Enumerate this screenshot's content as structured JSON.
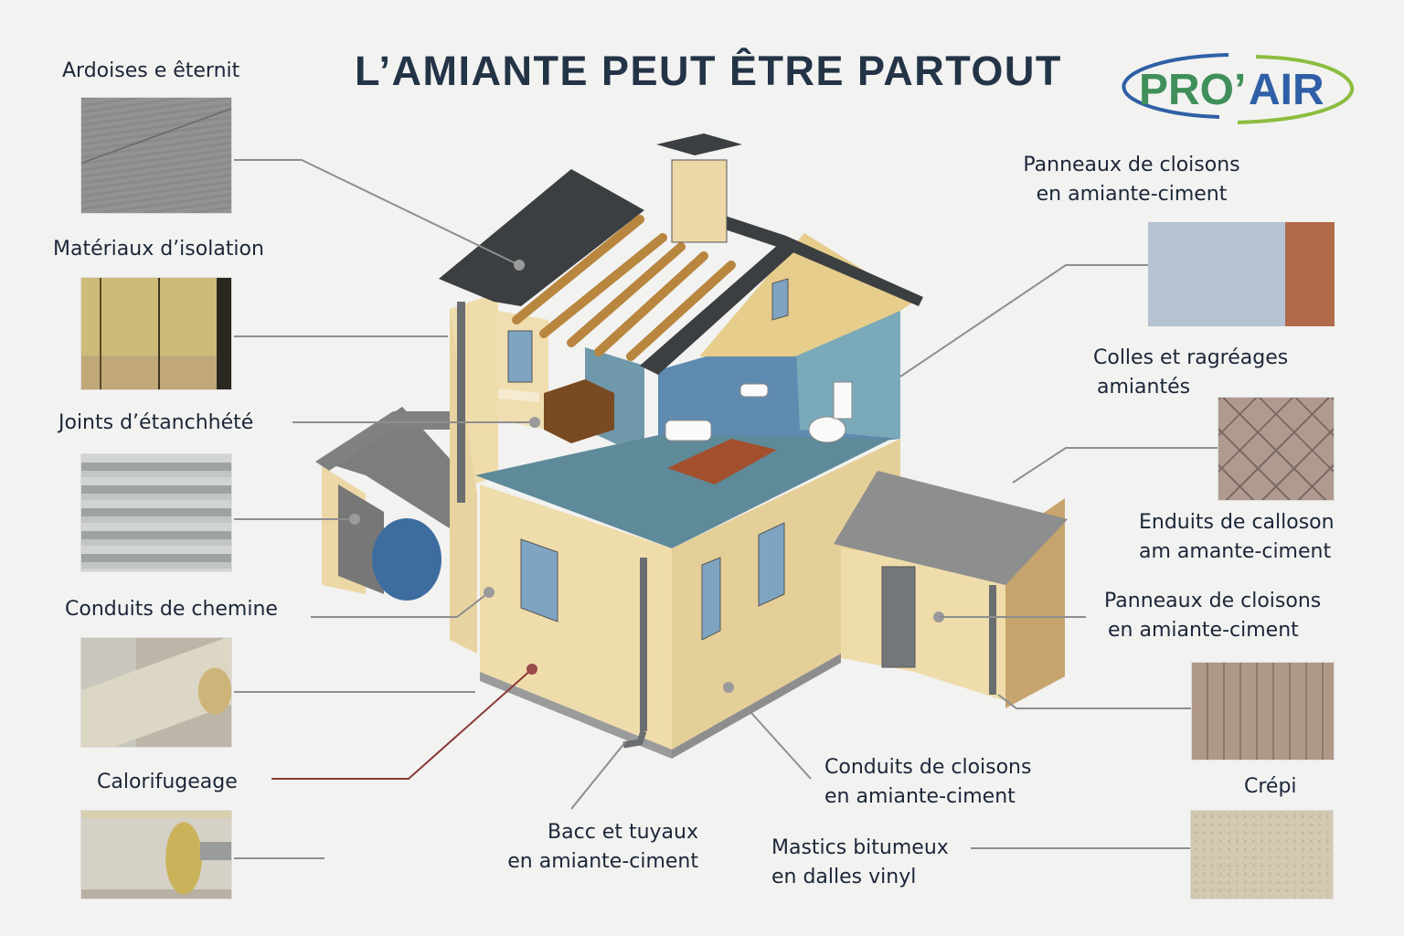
{
  "header": {
    "title": "L’AMIANTE PEUT ÊTRE PARTOUT",
    "logo": {
      "text_green": "PRO’",
      "text_blue": "AIR",
      "green": "#3f8f5a",
      "blue": "#2f5fa6",
      "lime": "#8cbd3f"
    }
  },
  "left_column": [
    {
      "label": "Ardoises e êternit",
      "swatch": "slate-texture"
    },
    {
      "label": "Matériaux d’isolation",
      "swatch": "mineral-wool-texture"
    },
    {
      "label": "Joints d’étanchhété",
      "swatch": "corrugated-sheet-texture"
    },
    {
      "label": "Conduits de chemine",
      "swatch": "flue-pipe-photo"
    },
    {
      "label": "Calorifugeage",
      "swatch": "pipe-lagging-photo"
    }
  ],
  "right_column": [
    {
      "line1": "Panneaux de cloisons",
      "line2": "en amiante-ciment",
      "swatch": "tap-and-chimney-photo"
    },
    {
      "line1": "Colles et ragréages",
      "line2": "amiantés",
      "swatch": "diamond-tile-texture"
    },
    {
      "line1": "Enduits de calloson",
      "line2": "am amante-ciment"
    },
    {
      "line1": "Panneaux de cloisons",
      "line2": "en amiante-ciment",
      "swatch": "ribbed-panel-texture"
    },
    {
      "line1": "Crépi",
      "swatch": "render-texture"
    }
  ],
  "bottom_labels": [
    {
      "line1": "Bacc et tuyaux",
      "line2": "en amiante-ciment"
    },
    {
      "line1": "Conduits de cloisons",
      "line2": "en amiante-ciment"
    },
    {
      "line1": "Mastics bitumeux",
      "line2": "en dalles vinyl"
    }
  ],
  "colors": {
    "background": "#f2f2f1",
    "title": "#243447",
    "text": "#1b2638",
    "leader": "#8e8e8e",
    "leader_accent": "#8a3a3a",
    "wall": "#efdcab",
    "roof": "#3b3f41",
    "floor": "#5f8a99",
    "interior_wall": "#6f98aa"
  }
}
